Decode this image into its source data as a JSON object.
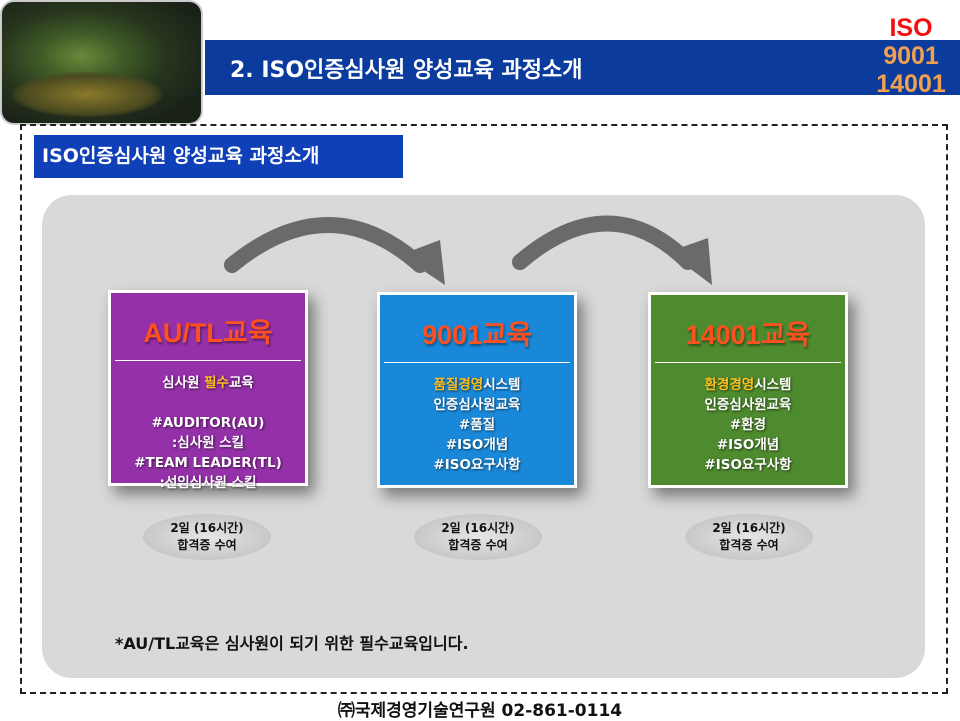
{
  "header": {
    "title": "2. ISO인증심사원 양성교육 과정소개",
    "badge": [
      "ISO",
      "9001",
      "14001"
    ]
  },
  "section_label": "ISO인증심사원 양성교육 과정소개",
  "cards": [
    {
      "title": "AU/TL교육",
      "color": "#9430a8",
      "lines": [
        [
          "심사원 ",
          "필수",
          "교육"
        ],
        "",
        "#AUDITOR(AU)",
        ":심사원 스킬",
        "#TEAM LEADER(TL)",
        ":선임심사원 스킬"
      ],
      "duration": "2일 (16시간)",
      "award": "합격증 수여"
    },
    {
      "title": "9001교육",
      "color": "#1a88d8",
      "lines": [
        [
          "",
          "품질경영",
          "시스템"
        ],
        "인증심사원교육",
        "#품질",
        "#ISO개념",
        "#ISO요구사항"
      ],
      "duration": "2일 (16시간)",
      "award": "합격증 수여"
    },
    {
      "title": "14001교육",
      "color": "#4e8a2e",
      "lines": [
        [
          "",
          "환경경영",
          "시스템"
        ],
        "인증심사원교육",
        "#환경",
        "#ISO개념",
        "#ISO요구사항"
      ],
      "duration": "2일 (16시간)",
      "award": "합격증 수여"
    }
  ],
  "footnote": "*AU/TL교육은 심사원이 되기 위한 필수교육입니다.",
  "footer": "㈜국제경영기술연구원 02-861-0114"
}
